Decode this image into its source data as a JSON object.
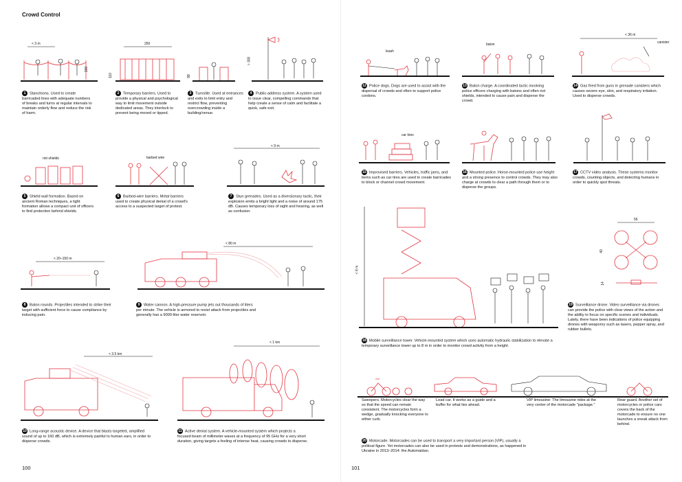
{
  "title": "Crowd Control",
  "page_left": "100",
  "page_right": "101",
  "items": [
    {
      "n": "1",
      "text": "Stanchions. Used to create barricaded lines with adequate numbers of breaks and turns at regular intervals to maintain orderly flow and reduce the risk of harm."
    },
    {
      "n": "2",
      "text": "Temporary barriers. Used to provide a physical and psychological way to limit movement outside dedicated areas. They interlock to prevent being moved or tipped."
    },
    {
      "n": "3",
      "text": "Turnstile. Used at entrances and exits to limit entry and restrict flow, preventing overcrowding inside a building/venue."
    },
    {
      "n": "4",
      "text": "Public-address system. A system used to issue clear, compelling commands that help create a sense of calm and facilitate a quick, safe exit."
    },
    {
      "n": "5",
      "text": "Shield wall formation. Based on ancient Roman techniques, a tight formation allows a compact unit of officers to find protection behind shields."
    },
    {
      "n": "6",
      "text": "Barbed-wire barriers. Metal barriers used to create physical denial of a crowd's access to a suspected target of protest."
    },
    {
      "n": "7",
      "text": "Stun grenades. Used as a diversionary tactic, their explosion emits a bright light and a noise of around 175 dB. Causes temporary loss of sight and hearing, as well as confusion."
    },
    {
      "n": "8",
      "text": "Baton rounds. Projectiles intended to strike their target with sufficient force to cause compliance by inducing pain."
    },
    {
      "n": "9",
      "text": "Water cannon. A high-pressure pump jets out thousands of liters per minute. The vehicle is armored to resist attack from projectiles and generally has a 9000-liter water reservoir."
    },
    {
      "n": "10",
      "text": "Long-range acoustic device. A device that blasts targeted, amplified sound of up to 160 dB, which is extremely painful to human ears, in order to disperse crowds."
    },
    {
      "n": "11",
      "text": "Active denial system. A vehicle-mounted system which projects a focused beam of millimeter waves at a frequency of 95 GHz for a very short duration, giving targets a feeling of intense heat, causing crowds to disperse."
    },
    {
      "n": "12",
      "text": "Police dogs. Dogs are used to assist with the dispersal of crowds and often to support police cordons."
    },
    {
      "n": "13",
      "text": "Baton charge. A coordinated tactic involving police officers charging with batons and often riot shields, intended to cause pain and disperse the crowd."
    },
    {
      "n": "14",
      "text": "Gas fired from guns in grenade canisters which causes severe eye, skin, and respiratory irritation. Used to disperse crowds."
    },
    {
      "n": "15",
      "text": "Improvised barriers. Vehicles, traffic jams, and items such as car tires are used to create barricades to block or channel crowd movement."
    },
    {
      "n": "16",
      "text": "Mounted police. Horse-mounted police use height and a strong presence to control crowds. They may also charge at crowds to clear a path through them or to disperse the groups."
    },
    {
      "n": "17",
      "text": "CCTV video analysis. These systems monitor crowds, counting objects, and detecting humans in order to quickly spot threats."
    },
    {
      "n": "18",
      "text": "Mobile surveillance tower. Vehicle-mounted system which uses automatic hydraulic stabilization to elevate a temporary surveillance tower up to 8 m in order to monitor crowd activity from a height."
    },
    {
      "n": "19",
      "text": "Surveillance drone. Video surveillance via drones can provide the police with clear views of the action and the ability to focus on specific scenes and individuals. Lately, there have been indications of police equipping drones with weaponry such as tasers, pepper spray, and rubber bullets."
    },
    {
      "n": "20",
      "text": "Motorcade. Motorcades can be used to transport a very important person (VIP), usually a political figure. Yet motorcades can also be used in protests and demonstrations, as happened in Ukraine in 2013–2014: the Automaidan."
    }
  ],
  "motorcade": {
    "sweepers": "Sweepers. Motorcycles clear the way so that the speed can remain consistent. The motorcycles form a wedge, gradually knocking everyone to either curb.",
    "lead_car": "Lead car. It works as a guide and a buffer for what lies ahead.",
    "limousine": "VIP limousine: The limousine rides at the very center of the motorcade \"package.\"",
    "rear_guard": "Rear guard. Another set of motorcycles or police cars covers the back of the motorcade to ensure no one launches a sneak attack from behind."
  },
  "labels": {
    "stanchion_width": "< 3 m",
    "stanchion_height": "100",
    "barrier_width": "250",
    "barrier_height": "110",
    "turnstile_height": "98",
    "pa_height": "> 300",
    "riot_shields": "riot shields",
    "barbed_wire": "barbed wire",
    "stun_range": "< 9 m",
    "baton_range": "< 20–150 m",
    "water_range": "< 80 m",
    "lrad_range": "< 3.5 km",
    "ads_range": "< 1 km",
    "leash": "leash",
    "baton": "baton",
    "gas_range": "< 36 m",
    "canister": "canister",
    "car_tires": "car tires",
    "tower_height": "< 8 m",
    "drone_width": "56",
    "drone_height": "40",
    "drone_thickness": "14"
  }
}
